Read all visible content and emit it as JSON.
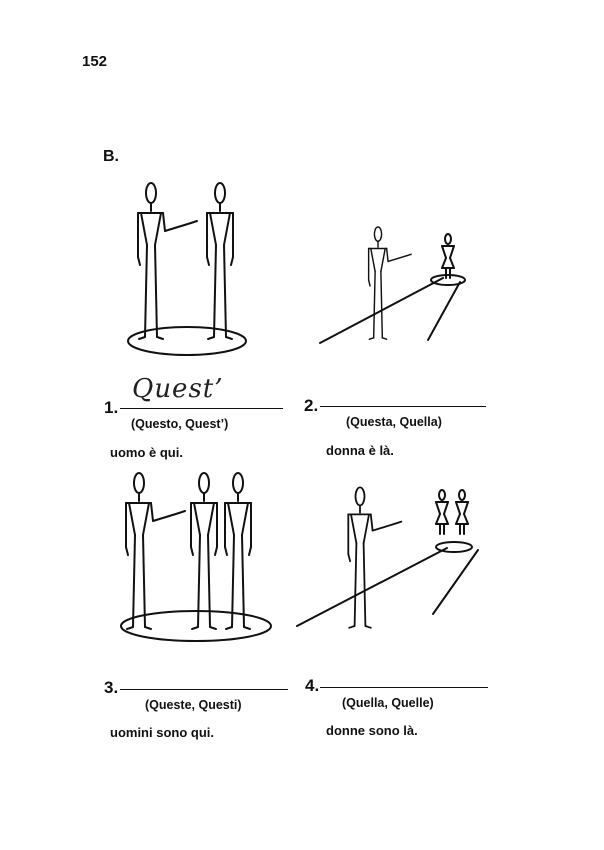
{
  "page_number": "152",
  "section_label": "B.",
  "exercises": [
    {
      "number": "1.",
      "answer": "Quest’",
      "options": "(Questo, Quest’)",
      "sentence": "uomo è qui."
    },
    {
      "number": "2.",
      "answer": "",
      "options": "(Questa, Quella)",
      "sentence": "donna è là."
    },
    {
      "number": "3.",
      "answer": "",
      "options": "(Queste, Questi)",
      "sentence": "uomini sono qui."
    },
    {
      "number": "4.",
      "answer": "",
      "options": "(Quella, Quelle)",
      "sentence": "donne sono là."
    }
  ]
}
